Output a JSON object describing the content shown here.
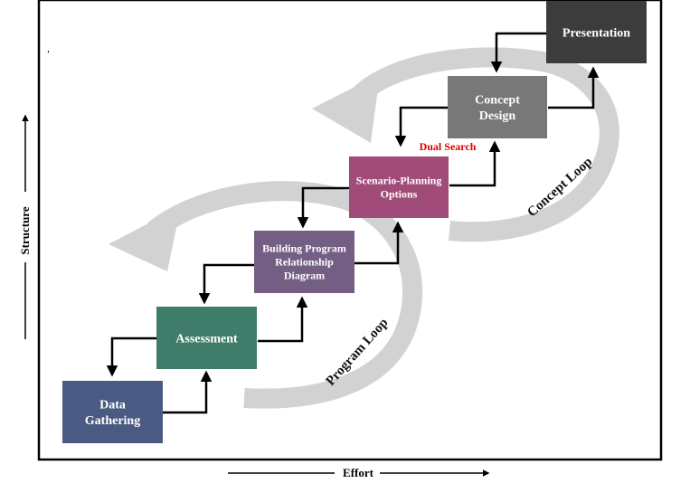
{
  "diagram": {
    "steps": [
      {
        "key": "data-gathering",
        "lines": [
          "Data",
          "Gathering"
        ],
        "fill": "#4A5A82"
      },
      {
        "key": "assessment",
        "lines": [
          "Assessment"
        ],
        "fill": "#3F7C6A"
      },
      {
        "key": "building-program",
        "lines": [
          "Building Program",
          "Relationship",
          "Diagram"
        ],
        "fill": "#755E84"
      },
      {
        "key": "scenario-planning",
        "lines": [
          "Scenario-Planning",
          "Options"
        ],
        "fill": "#A04B78"
      },
      {
        "key": "concept-design",
        "lines": [
          "Concept",
          "Design"
        ],
        "fill": "#787878"
      },
      {
        "key": "presentation",
        "lines": [
          "Presentation"
        ],
        "fill": "#3C3C3C"
      }
    ],
    "loops": {
      "program": "Program Loop",
      "concept": "Concept Loop"
    },
    "dual_search": "Dual Search",
    "axes": {
      "x": "Effort",
      "y": "Structure"
    },
    "colors": {
      "loop": "#D2D2D2",
      "dual_search": "#E00000",
      "border": "#000000"
    }
  }
}
